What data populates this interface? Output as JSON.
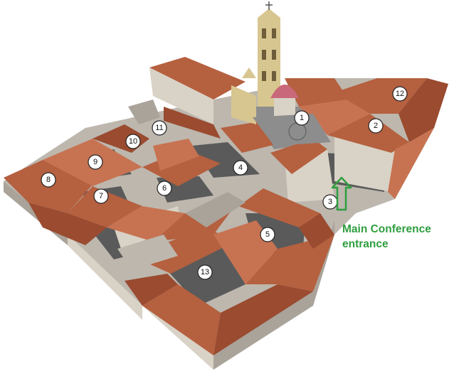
{
  "map": {
    "colors": {
      "roof": "#b5603f",
      "roof_dark": "#9a4b30",
      "roof_light": "#c77352",
      "wall": "#d9d2c6",
      "wall_shadow": "#a9a39a",
      "courtyard": "#5a5a5a",
      "courtyard_light": "#8d8d8d",
      "tower": "#d8c690",
      "pink_roof": "#c9687a",
      "entrance_green": "#2f9e3f"
    },
    "markers": [
      {
        "id": "1",
        "label": "1"
      },
      {
        "id": "2",
        "label": "2"
      },
      {
        "id": "3",
        "label": "3"
      },
      {
        "id": "4",
        "label": "4"
      },
      {
        "id": "5",
        "label": "5"
      },
      {
        "id": "6",
        "label": "6"
      },
      {
        "id": "7",
        "label": "7"
      },
      {
        "id": "8",
        "label": "8"
      },
      {
        "id": "9",
        "label": "9"
      },
      {
        "id": "10",
        "label": "10"
      },
      {
        "id": "11",
        "label": "11"
      },
      {
        "id": "12",
        "label": "12"
      },
      {
        "id": "13",
        "label": "13"
      }
    ],
    "entrance": {
      "line1": "Main Conference",
      "line2": "entrance",
      "icon": "up-arrow-icon"
    }
  }
}
